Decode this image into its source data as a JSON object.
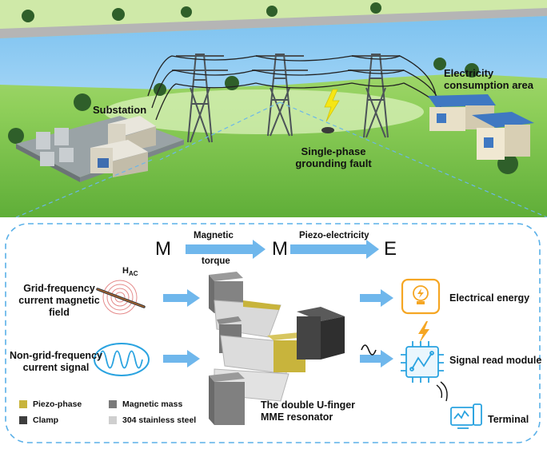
{
  "scene": {
    "substation_label": "Substation",
    "fault_label_line1": "Single-phase",
    "fault_label_line2": "grounding fault",
    "area_label_line1": "Electricity",
    "area_label_line2": "consumption area"
  },
  "principle": {
    "m1": "M",
    "m2": "M",
    "e": "E",
    "arrow1_top": "Magnetic",
    "arrow1_bottom": "torque",
    "arrow2_top": "Piezo-electricity"
  },
  "inputs": {
    "hac_main": "H",
    "hac_sub": "AC",
    "grid_line1": "Grid-frequency",
    "grid_line2": "current magnetic",
    "grid_line3": "field",
    "nongrid_line1": "Non-grid-frequency",
    "nongrid_line2": "current signal"
  },
  "outputs": {
    "energy": "Electrical energy",
    "signal": "Signal read module",
    "terminal": "Terminal"
  },
  "resonator": {
    "line1": "The double U-finger",
    "line2": "MME resonator"
  },
  "legend": [
    {
      "label": "Piezo-phase",
      "color": "#c8b43c"
    },
    {
      "label": "Magnetic mass",
      "color": "#7a7a7a"
    },
    {
      "label": "Clamp",
      "color": "#3e3e3e"
    },
    {
      "label": "304 stainless steel",
      "color": "#cfcfcf"
    }
  ],
  "colors": {
    "accent_blue": "#2aa3e0",
    "energy_orange": "#f5a623",
    "panel_border": "#5ab0e8"
  }
}
